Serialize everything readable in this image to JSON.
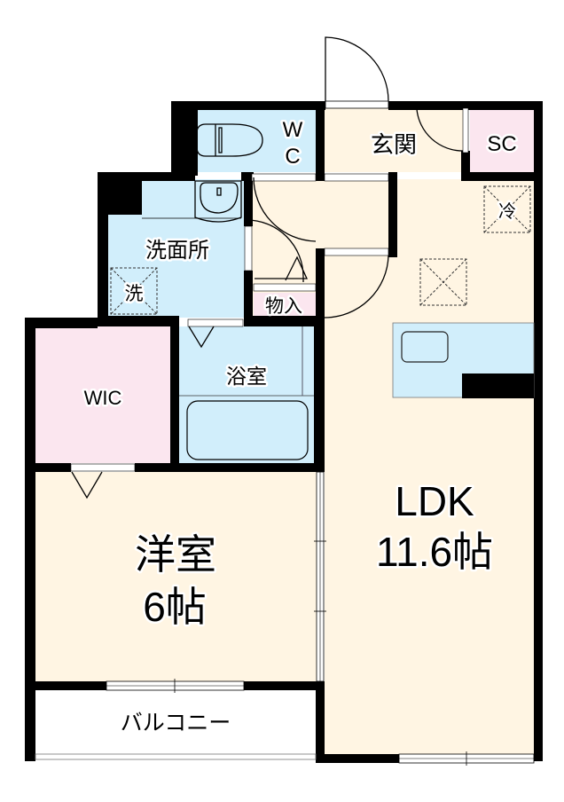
{
  "colors": {
    "living": "#FFF5E3",
    "wet": "#D1EEFB",
    "storage": "#FBE6EF",
    "wall": "#000000",
    "outdoor": "#FFFFFF"
  },
  "rooms": {
    "wc": {
      "label_line1": "W",
      "label_line2": "C"
    },
    "entrance": {
      "label": "玄関"
    },
    "shoe_closet": {
      "label": "SC"
    },
    "washroom": {
      "label": "洗面所",
      "washer_label": "洗"
    },
    "storage": {
      "label": "物入"
    },
    "wic": {
      "label": "WIC"
    },
    "bathroom": {
      "label": "浴室"
    },
    "western_room": {
      "label_line1": "洋室",
      "label_line2": "6帖"
    },
    "ldk": {
      "label_line1": "LDK",
      "label_line2": "11.6帖",
      "fridge_label": "冷"
    },
    "balcony": {
      "label": "バルコニー"
    }
  }
}
